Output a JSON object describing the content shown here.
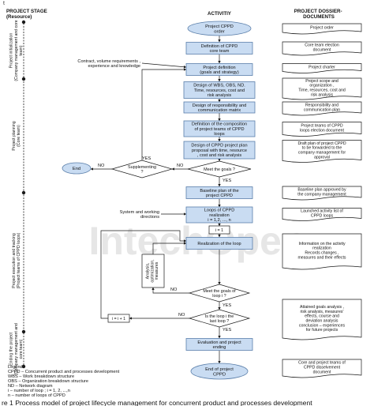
{
  "header": {
    "stage_title": [
      "PROJECT STAGE",
      "(Resource)"
    ],
    "activity_title": "ACTIVITIY",
    "docs_title": [
      "PROJECT DOSSIER-",
      "DOCUMENTS"
    ]
  },
  "top_marker": "t",
  "stages": [
    {
      "id": "init",
      "lines": [
        "Project initialization",
        "(Company management and core",
        "team)"
      ]
    },
    {
      "id": "plan",
      "lines": [
        "Project  planning",
        "(Core team)"
      ]
    },
    {
      "id": "exec",
      "lines": [
        "Project execution and tracking",
        "(Project teams of CPPD loops)"
      ]
    },
    {
      "id": "end",
      "lines": [
        "Ending the project",
        "(Company management and",
        "core team)"
      ]
    }
  ],
  "activities": {
    "order": [
      "Project CPPD",
      "order"
    ],
    "definition": [
      "Definition of CPPD",
      "core team"
    ],
    "project_def": [
      "Project definition",
      "(goals and strategy)"
    ],
    "design_wbs": [
      "Design of WBS, OBS, ND.",
      "Time, resources, cost and",
      "risk analysis"
    ],
    "design_resp": [
      "Design of responsibility  and",
      "communication matrix"
    ],
    "def_comp": [
      "Definition of the composition",
      "of project teams of CPPD",
      "loops"
    ],
    "draft_plan": [
      "Design of CPPD project plan",
      "proposal with time, resource",
      ", cost and risk analysis"
    ],
    "meet_goals": [
      "Meet the goals ?"
    ],
    "supplementing": [
      "Supplementing",
      "?"
    ],
    "end": [
      "End"
    ],
    "baseline": [
      "Baseline plan of the",
      "project CPPD"
    ],
    "loops": [
      "Loops of CPPD",
      "realization",
      "i = 1,2, ..., n"
    ],
    "i1": [
      "i = 1"
    ],
    "realization": [
      "Realization of the loop"
    ],
    "analysis": [
      "Analysis,",
      "optimization,",
      "measures"
    ],
    "meet_loop": [
      "Meet the goals of",
      "loop i ?"
    ],
    "last_loop": [
      "Is the loop i the",
      "last loop ?"
    ],
    "iplus": [
      "i = i + 1"
    ],
    "evaluation": [
      "Evaluation and project",
      "ending"
    ],
    "end_project": [
      "End of project",
      "CPPD"
    ]
  },
  "side_labels": {
    "contract": [
      "Contract, volume requirements ,",
      "experience and knowledge"
    ],
    "system": [
      "System and working",
      "directions"
    ]
  },
  "flow_labels": {
    "yes": "YES",
    "no": "NO"
  },
  "documents": {
    "d1": [
      "Project order"
    ],
    "d2": [
      "Core team election",
      "document"
    ],
    "d3": [
      "Project charter"
    ],
    "d4": [
      "Project scope and",
      "organization ,",
      "Time, resources, cost and",
      "risk analysis"
    ],
    "d5": [
      "Responsibility and",
      "communication plan"
    ],
    "d6": [
      "Project teams of CPPD",
      "loops  election document"
    ],
    "d7": [
      "Draft plan of project CPPD",
      "to be forwarded to the",
      "company management for",
      "approval"
    ],
    "d8": [
      "Baseline plan approved by",
      "the company management"
    ],
    "d9": [
      "Launched activity list of",
      "CPPD loops"
    ],
    "d10": [
      "Information on the activity",
      "realization",
      "Records changes ,",
      "measures and their effects"
    ],
    "d11": [
      "Attained goals analysis ,",
      "risk analysis, measures'",
      "effects, course and",
      "deviation analysis",
      "conclusion – experiences",
      "for future projects"
    ],
    "d12": [
      "Core and project teams of",
      "CPPD disselvement",
      "document"
    ]
  },
  "legend": {
    "title": "Legend:",
    "lines": [
      "CPPD – Concurrent product and processes development",
      "WBS – Work breakdown structure",
      "OBS – Organization breakdown structure",
      "ND – Network diagram",
      "i – number of loop ; i = 1, 2, ...,n",
      "n – number of loops of CPPD"
    ]
  },
  "caption": "re 1 Process model of project lifecycle management for concurrent product and processes development",
  "watermark": "IntechOpen",
  "colors": {
    "box_fill": "#c9dcf2",
    "box_stroke": "#5b7faa",
    "line": "#1a1a1a",
    "watermark": "#e3e3e3"
  }
}
